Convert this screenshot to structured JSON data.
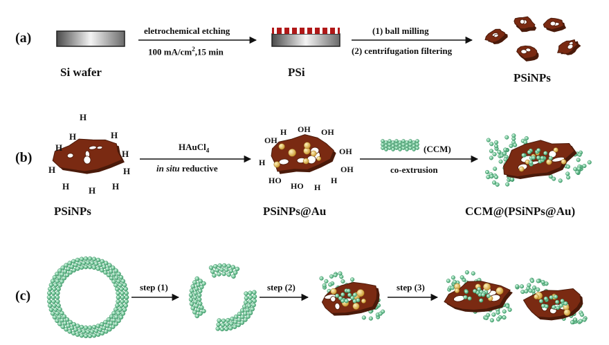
{
  "panels": {
    "a": {
      "label": "(a)",
      "si_wafer": "Si wafer",
      "psi": "PSi",
      "psinps": "PSiNPs",
      "arrow1_top": "eletrochemical etching",
      "arrow1_bottom_pre": "100 mA/cm",
      "arrow1_bottom_sup": "2",
      "arrow1_bottom_post": ",15 min",
      "arrow2_top": "(1) ball milling",
      "arrow2_bottom": "(2) centrifugation filtering"
    },
    "b": {
      "label": "(b)",
      "psinps": "PSiNPs",
      "psinps_au": "PSiNPs@Au",
      "ccm_composite": "CCM@(PSiNPs@Au)",
      "arrow1_top_pre": "HAuCl",
      "arrow1_top_sub": "4",
      "arrow1_bottom_italic": "in situ",
      "arrow1_bottom_rest": " reductive",
      "arrow2_legend": "(CCM)",
      "arrow2_bottom": "co-extrusion",
      "h_atom": "H",
      "oh_group": "OH",
      "ho_group": "HO"
    },
    "c": {
      "label": "(c)",
      "step1": "step (1)",
      "step2": "step (2)",
      "step3": "step (3)"
    }
  },
  "colors": {
    "particle": "#7a2a12",
    "particle_dark": "#4a1a0a",
    "gold": "#d9a83a",
    "ccm": "#6fcf9a",
    "ccm_dark": "#2f8a5a",
    "wafer_dark": "#555555",
    "wafer_light": "#f2f2f2",
    "pore": "#b01818"
  }
}
